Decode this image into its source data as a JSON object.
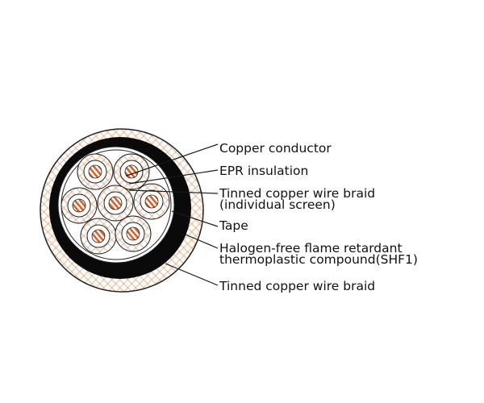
{
  "diagram": {
    "labels": [
      {
        "lines": [
          "Copper conductor"
        ]
      },
      {
        "lines": [
          "EPR insulation"
        ]
      },
      {
        "lines": [
          "Tinned copper wire braid",
          "(individual screen)"
        ]
      },
      {
        "lines": [
          "Tape"
        ]
      },
      {
        "lines": [
          "Halogen-free flame retardant",
          "thermoplastic compound(SHF1)"
        ]
      },
      {
        "lines": [
          "Tinned copper wire braid"
        ]
      }
    ],
    "colors": {
      "copper": "#d8612a",
      "braid": "#e0a070",
      "sheath": "#0a0a0a",
      "line": "#1a1a1a"
    }
  }
}
